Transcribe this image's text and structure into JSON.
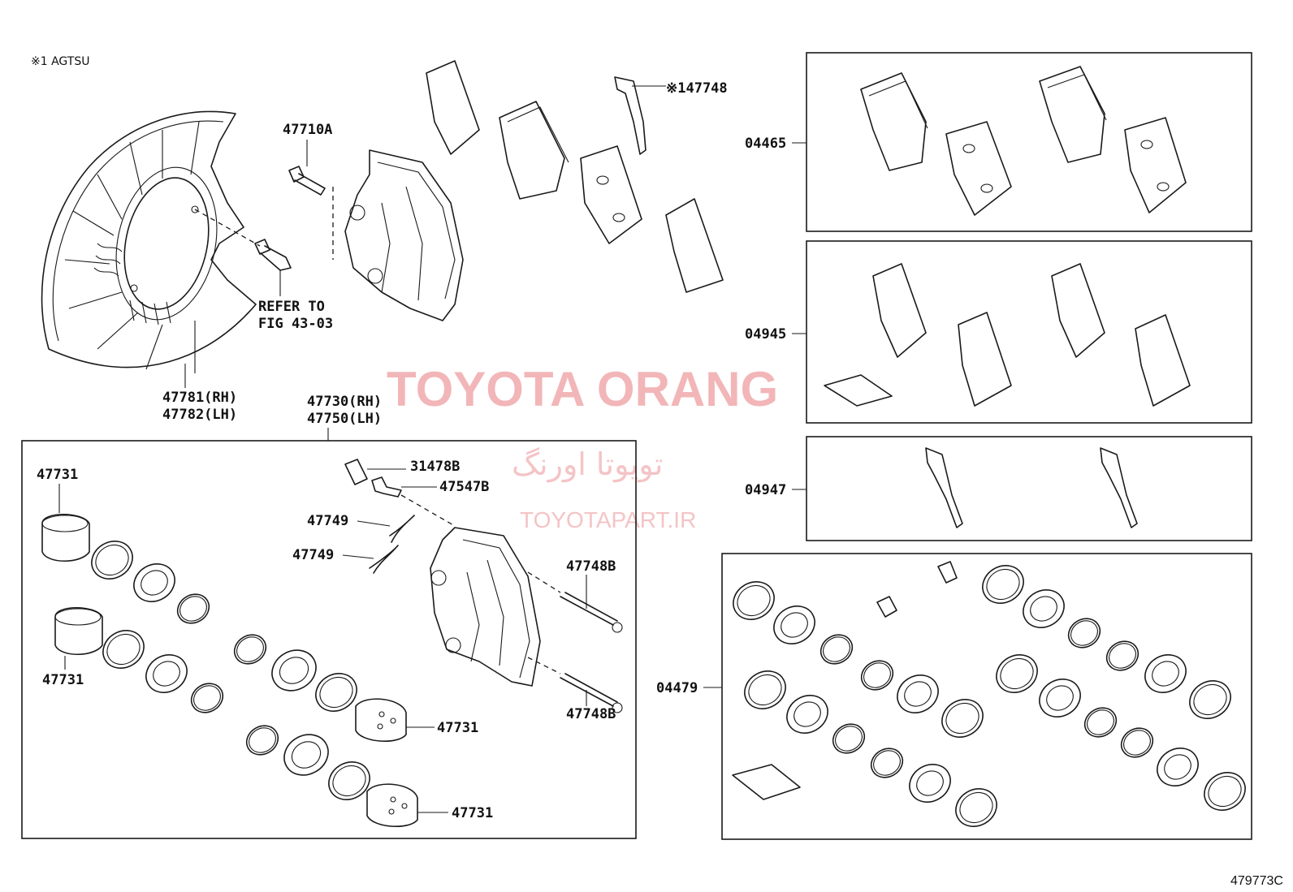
{
  "note": "※1 AGTSU",
  "diagram_id": "479773C",
  "watermark": {
    "brand": "TOYOTA ORANG",
    "persian": "تویوتا اورنگ",
    "site": "TOYOTAPART.IR"
  },
  "labels": {
    "dust_cover_rh": "47781(RH)",
    "dust_cover_lh": "47782(LH)",
    "bolt": "47710A",
    "refer_1": "REFER TO",
    "refer_2": "FIG 43-03",
    "shim_note": "※147748",
    "caliper_rh": "47730(RH)",
    "caliper_lh": "47750(LH)",
    "cap": "31478B",
    "bleeder": "47547B",
    "clip_1": "47749",
    "clip_2": "47749",
    "pin_1": "47748B",
    "pin_2": "47748B",
    "piston_1": "47731",
    "piston_2": "47731",
    "piston_3": "47731",
    "piston_4": "47731",
    "kit_pads": "04465",
    "kit_shims": "04945",
    "kit_springs": "04947",
    "kit_seals": "04479"
  }
}
